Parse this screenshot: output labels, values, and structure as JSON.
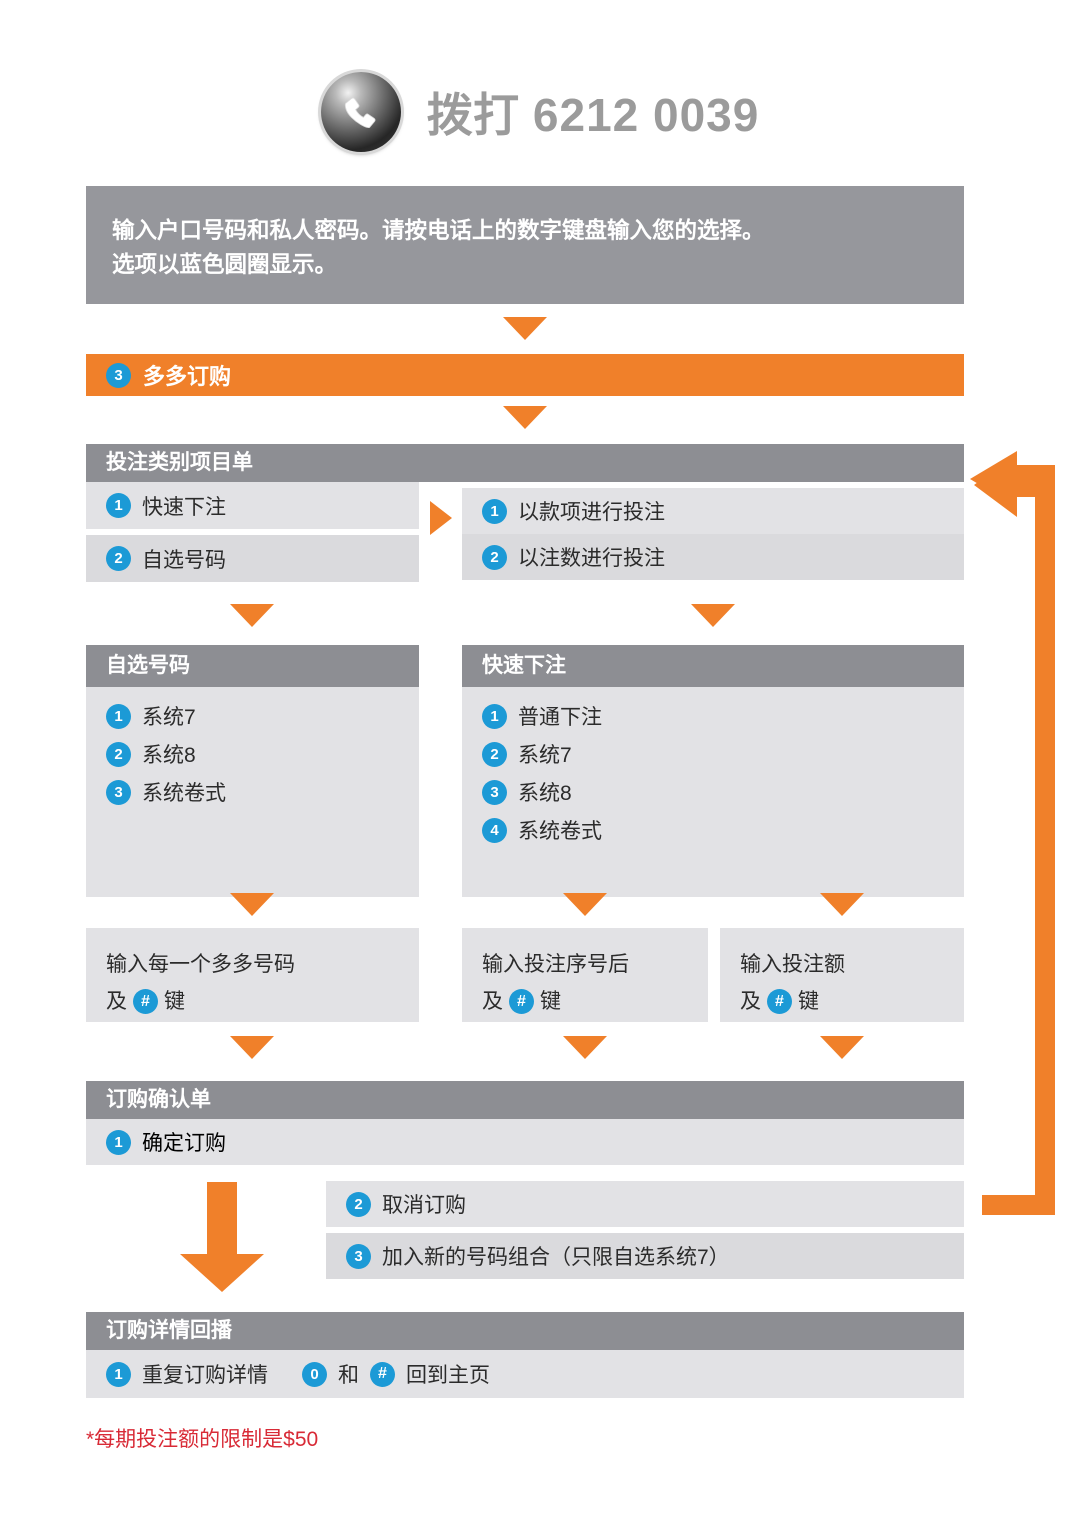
{
  "header": {
    "icon": "phone-icon",
    "dial_label": "拨打",
    "phone_number": "6212 0039"
  },
  "intro": {
    "line1": "输入户口号码和私人密码。请按电话上的数字键盘输入您的选择。",
    "line2": "选项以蓝色圆圈显示。"
  },
  "orange_bar": {
    "number": "3",
    "label": "多多订购"
  },
  "bet_category": {
    "title": "投注类别项目单",
    "left_items": [
      {
        "number": "1",
        "label": "快速下注"
      },
      {
        "number": "2",
        "label": "自选号码"
      }
    ],
    "right_items": [
      {
        "number": "1",
        "label": "以款项进行投注"
      },
      {
        "number": "2",
        "label": "以注数进行投注"
      }
    ]
  },
  "self_pick": {
    "title": "自选号码",
    "items": [
      {
        "number": "1",
        "label": "系统7"
      },
      {
        "number": "2",
        "label": "系统8"
      },
      {
        "number": "3",
        "label": "系统卷式"
      }
    ]
  },
  "quick_pick": {
    "title": "快速下注",
    "items": [
      {
        "number": "1",
        "label": "普通下注"
      },
      {
        "number": "2",
        "label": "系统7"
      },
      {
        "number": "3",
        "label": "系统8"
      },
      {
        "number": "4",
        "label": "系统卷式"
      }
    ]
  },
  "input_boxes": [
    {
      "line1": "输入每一个多多号码",
      "prefix": "及",
      "key": "#",
      "suffix": "键"
    },
    {
      "line1": "输入投注序号后",
      "prefix": "及",
      "key": "#",
      "suffix": "键"
    },
    {
      "line1": "输入投注额",
      "prefix": "及",
      "key": "#",
      "suffix": "键"
    }
  ],
  "confirmation": {
    "title": "订购确认单",
    "primary": {
      "number": "1",
      "label": "确定订购"
    },
    "sub_items": [
      {
        "number": "2",
        "label": "取消订购"
      },
      {
        "number": "3",
        "label": "加入新的号码组合（只限自选系统7）"
      }
    ]
  },
  "playback": {
    "title": "订购详情回播",
    "item_number": "1",
    "item_label": "重复订购详情",
    "key_zero": "0",
    "conjunction": "和",
    "key_hash": "#",
    "home_label": "回到主页"
  },
  "footnote": "*每期投注额的限制是$50",
  "colors": {
    "orange": "#F0802A",
    "blue": "#1C9AD6",
    "header_gray": "#8D8E93",
    "intro_gray": "#96979C",
    "row_gray": "#E2E2E5",
    "row_gray_alt": "#DADADD",
    "red": "#D82A36",
    "dial_text_gray": "#9B9B9B"
  }
}
